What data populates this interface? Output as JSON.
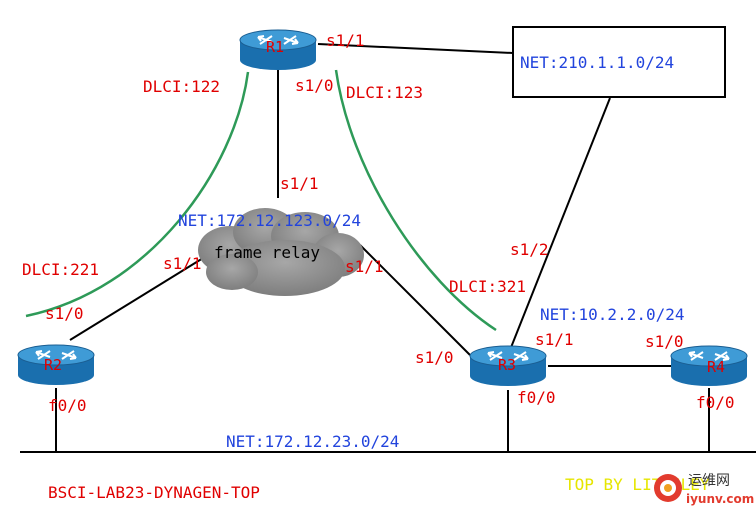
{
  "routers": {
    "r1": "R1",
    "r2": "R2",
    "r3": "R3",
    "r4": "R4"
  },
  "interfaces": {
    "r1_s11": "s1/1",
    "r1_s10": "s1/0",
    "fr_s11_top": "s1/1",
    "fr_s11_left": "s1/1",
    "fr_s11_right": "s1/1",
    "r2_s10": "s1/0",
    "r2_f00": "f0/0",
    "r3_s12": "s1/2",
    "r3_s11": "s1/1",
    "r3_s10": "s1/0",
    "r3_f00": "f0/0",
    "r4_s10": "s1/0",
    "r4_f00": "f0/0"
  },
  "dlci": {
    "r1_to_r2": "DLCI:122",
    "r1_to_r3": "DLCI:123",
    "r2": "DLCI:221",
    "r3": "DLCI:321"
  },
  "networks": {
    "wan_box": "NET:210.1.1.0/24",
    "frame_relay": "NET:172.12.123.0/24",
    "r3_r4": "NET:10.2.2.0/24",
    "lan": "NET:172.12.23.0/24"
  },
  "cloud_label": "frame relay",
  "footer_title": "BSCI-LAB23-DYNAGEN-TOP",
  "footer_credit": "TOP BY LITRILEY",
  "watermark": {
    "brand": "运维网",
    "domain": "iyunv.com"
  },
  "colors": {
    "router_body": "#1a78b8",
    "router_top": "#3fa0d8",
    "link_green": "#2e9a58",
    "label_red": "#e00000",
    "label_blue": "#2244dd",
    "credit_yellow": "#e6e600"
  }
}
